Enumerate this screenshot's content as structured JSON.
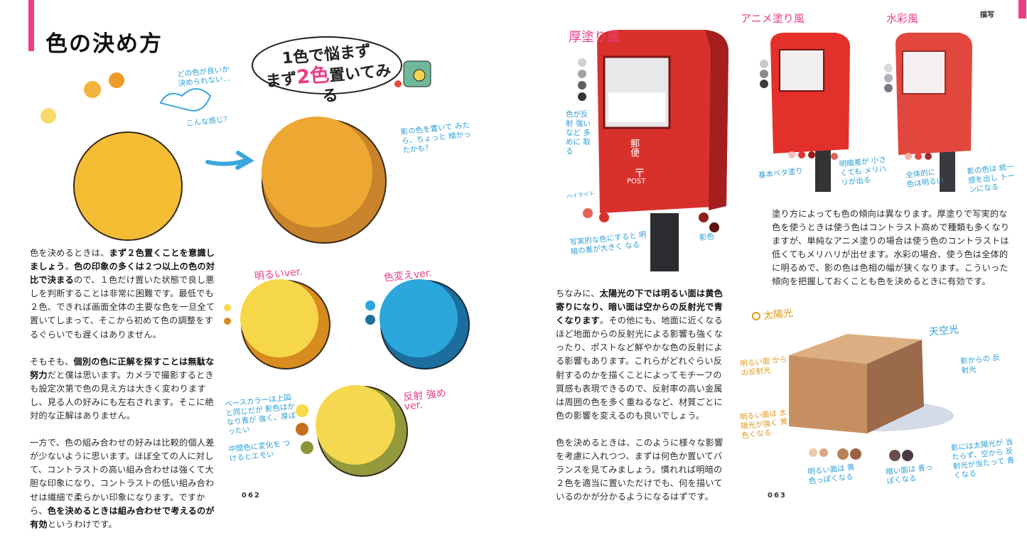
{
  "left_page": {
    "title": "色の決め方",
    "page_number": "062",
    "bubble": {
      "line1": "1色で悩まず",
      "line2_pre": "まず",
      "line2_accent": "2色",
      "line2_post": "置いてみる"
    },
    "notes": {
      "which_color": "どの色が良いか 決められない…",
      "like_this": "こんな感じ？",
      "shadow_note": "影の色を置いて みたら、ちょっと 暗かったかも？",
      "bright_ver": "明るいver.",
      "color_change_ver": "色変えver.",
      "reflect_ver": "反射 強めver.",
      "base_note": "ベースカラーは上図 と同じだが 影色はかなり青が 強く、厚ぼったい",
      "mid_note": "中間色に変化を つけるとエモい"
    },
    "paragraphs": [
      [
        {
          "t": "色を決めるときは、"
        },
        {
          "t": "まず２色置くことを意識しましょう",
          "b": true
        },
        {
          "t": "。"
        },
        {
          "t": "色の印象の多くは２つ以上の色の対比で決まる",
          "b": true
        },
        {
          "t": "ので、１色だけ置いた状態で良し悪しを判断することは非常に困難です。最低でも２色、できれば画面全体の主要な色を一旦全て置いてしまって、そこから初めて色の調整をするぐらいでも遅くはありません。"
        }
      ],
      [
        {
          "t": "そもそも、"
        },
        {
          "t": "個別の色に正解を探すことは無駄な努力",
          "b": true
        },
        {
          "t": "だと僕は思います。カメラで撮影するときも設定次第で色の見え方は大きく変わりますし、見る人の好みにも左右されます。そこに絶対的な正解はありません。"
        }
      ],
      [
        {
          "t": "一方で、色の組み合わせの好みは比較的個人差が少ないように思います。ほぼ全ての人に対して、コントラストの高い組み合わせは強くて大胆な印象になり、コントラストの低い組み合わせは繊細で柔らかい印象になります。ですから、"
        },
        {
          "t": "色を決めるときは組み合わせで考えるのが有効",
          "b": true
        },
        {
          "t": "というわけです。"
        }
      ]
    ]
  },
  "right_page": {
    "section_tag": "描写",
    "page_number": "063",
    "labels": {
      "impasto": "厚塗り風",
      "anime": "アニメ塗り風",
      "watercolor": "水彩風",
      "sunlight": "太陽光",
      "skylight": "天空光"
    },
    "post_text": {
      "kanji": "郵便",
      "mark": "〒",
      "post": "POST"
    },
    "notes": {
      "reflect_colors": "色が反射 強いなど 多めに 取る",
      "highlight": "ハイライト",
      "realistic": "写実的な色にすると 明暗の差が大きく なる",
      "shadow_color": "影色",
      "base_flat": "基本ベタ塗り",
      "low_contrast": "明暗差が 小さくても メリハリが出る",
      "overall_bright": "全体的に 色は明るい",
      "shadow_tone": "影の色は 統一感を出し トーンになる",
      "bright_side_reflect": "明るい面 からの反射光",
      "bright_side": "明るい面は 太陽光が強く 黄色くなる",
      "shadow_reflect": "影からの 反射光",
      "bright_face": "明るい面は 黄色っぽくなる",
      "dark_face": "暗い面は 青っぽくなる",
      "sun_reflect": "影には太陽光が 当たらず、空から 反射光が当たって 青くなる"
    },
    "paragraphs": [
      [
        {
          "t": "塗り方によっても色の傾向は異なります。厚塗りで写実的な色を使うときは使う色はコントラスト高めで種類も多くなりますが、単純なアニメ塗りの場合は使う色のコントラストは低くてもメリハリが出せます。水彩の場合、使う色は全体的に明るめで、影の色は色相の幅が狭くなります。こういった傾向を把握しておくことも色を決めるときに有効です。"
        }
      ],
      [
        {
          "t": "ちなみに、"
        },
        {
          "t": "太陽光の下では明るい面は黄色寄りになり、暗い面は空からの反射光で青くなります",
          "b": true
        },
        {
          "t": "。その他にも、地面に近くなるほど地面からの反射光による影響も強くなったり、ポストなど鮮やかな色の反射による影響もあります。これらがどれぐらい反射するのかを描くことによってモチーフの質感も表現できるので、反射率の高い金属は周囲の色を多く重ねるなど、材質ごとに色の影響を変えるのも良いでしょう。"
        }
      ],
      [
        {
          "t": "色を決めるときは、このように様々な影響を考慮に入れつつ、まずは何色か置いてバランスを見てみましょう。慣れれば明暗の２色を適当に置いただけでも、何を描いているのかが分かるようになるはずです。"
        }
      ]
    ]
  },
  "colors": {
    "accent": "#ec3d86",
    "note_blue": "#2f9fd8",
    "post_red": "#d8312c"
  }
}
